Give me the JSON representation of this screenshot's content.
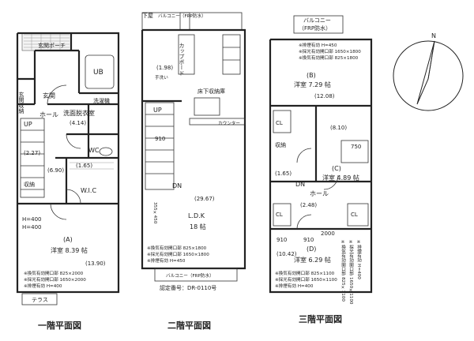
{
  "floors": {
    "f1": {
      "title": "一階平面図",
      "entrance_porch": "玄関ポーチ",
      "entrance_storage": "玄関収納",
      "entrance": "玄関",
      "ub": "UB",
      "washroom_label": "洗濯機",
      "dressing": "洗面脱衣室",
      "dressing_area": "(4.14)",
      "hall": "ホール",
      "hall_area": "(2.27)",
      "up": "UP",
      "wc": "WC",
      "wc_area": "(1.65)",
      "area_690": "(6.90)",
      "storage": "収納",
      "wic": "W.I.C",
      "room_a_label": "(A)",
      "room_a": "洋室 8.39 帖",
      "room_a_area": "(13.90)",
      "h400_1": "H=400",
      "h400_2": "H=400",
      "h400_bottom": "H=400",
      "terrace": "テラス",
      "notes": [
        "※換気有効開口部 825×2000",
        "※採光有効開口部 1650×2000",
        "※排煙有効 H=400"
      ]
    },
    "f2": {
      "title": "二階平面図",
      "balcony_top": "バルコニー（FRP防水）",
      "downspout": "下屋",
      "cupboard": "カップボード",
      "kitchen_area": "(1.98)",
      "handwash": "手洗い",
      "under_storage": "床下収納庫",
      "counter": "カウンター",
      "up": "UP",
      "dim_910": "910",
      "dn": "DN",
      "ldk_area": "(29.67)",
      "ldk": "L.D.K",
      "ldk_size": "18 帖",
      "window_note": "355×450",
      "balcony_bottom": "バルコニー（FRP防水）",
      "certification": "認定番号：DR-0110号",
      "notes": [
        "※換気有効開口部 825×1800",
        "※採光有効開口部 1650×1800",
        "※排煙有効 H=450"
      ]
    },
    "f3": {
      "title": "三階平面図",
      "balcony": "バルコニー",
      "balcony_sub": "（FRP防水）",
      "top_notes": [
        "※排煙有効 H=450",
        "※採光有効開口部 1650×1800",
        "※換気有効開口部 825×1800"
      ],
      "room_b_label": "(B)",
      "room_b": "洋室 7.29 帖",
      "room_b_area": "(12.08)",
      "area_810": "(8.10)",
      "cl": "CL",
      "storage": "収納",
      "room_c_label": "(C)",
      "room_c": "洋室 4.89 帖",
      "dn": "DN",
      "hall": "ホール",
      "hall_area": "(2.48)",
      "area_165": "(1.65)",
      "dim_750": "750",
      "dim_910a": "910",
      "dim_910b": "910",
      "dim_2000": "2000",
      "room_d_area": "(10.42)",
      "room_d_label": "(D)",
      "room_d": "洋室 6.29 帖",
      "notes_c": [
        "※換気有効開口部 825×1100",
        "※採光有効開口部 1650×1100",
        "※排煙有効 H=400"
      ],
      "notes_d": [
        "※換気有効開口部 825×1100",
        "※採光有効開口部 1650×1100",
        "※排煙有効 H=400"
      ]
    }
  },
  "compass": {
    "north": "N"
  }
}
